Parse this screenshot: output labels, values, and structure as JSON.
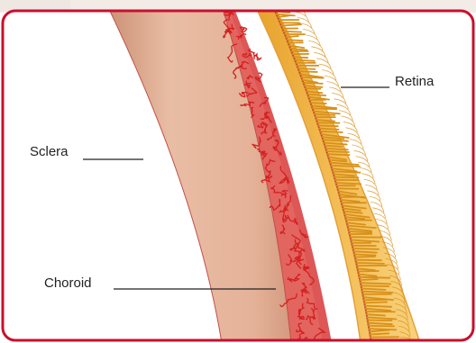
{
  "labels": {
    "sclera": "Sclera",
    "choroid": "Choroid",
    "retina": "Retina"
  },
  "colors": {
    "frame_border": "#c8102e",
    "background": "#ffffff",
    "sclera_fill": "#e7b9a0",
    "choroid_fill": "#e0605c",
    "choroid_vessels": "#d42020",
    "retina_fill": "#f6c86a",
    "retina_fibers": "#d8901a",
    "leader_line": "#222222"
  }
}
